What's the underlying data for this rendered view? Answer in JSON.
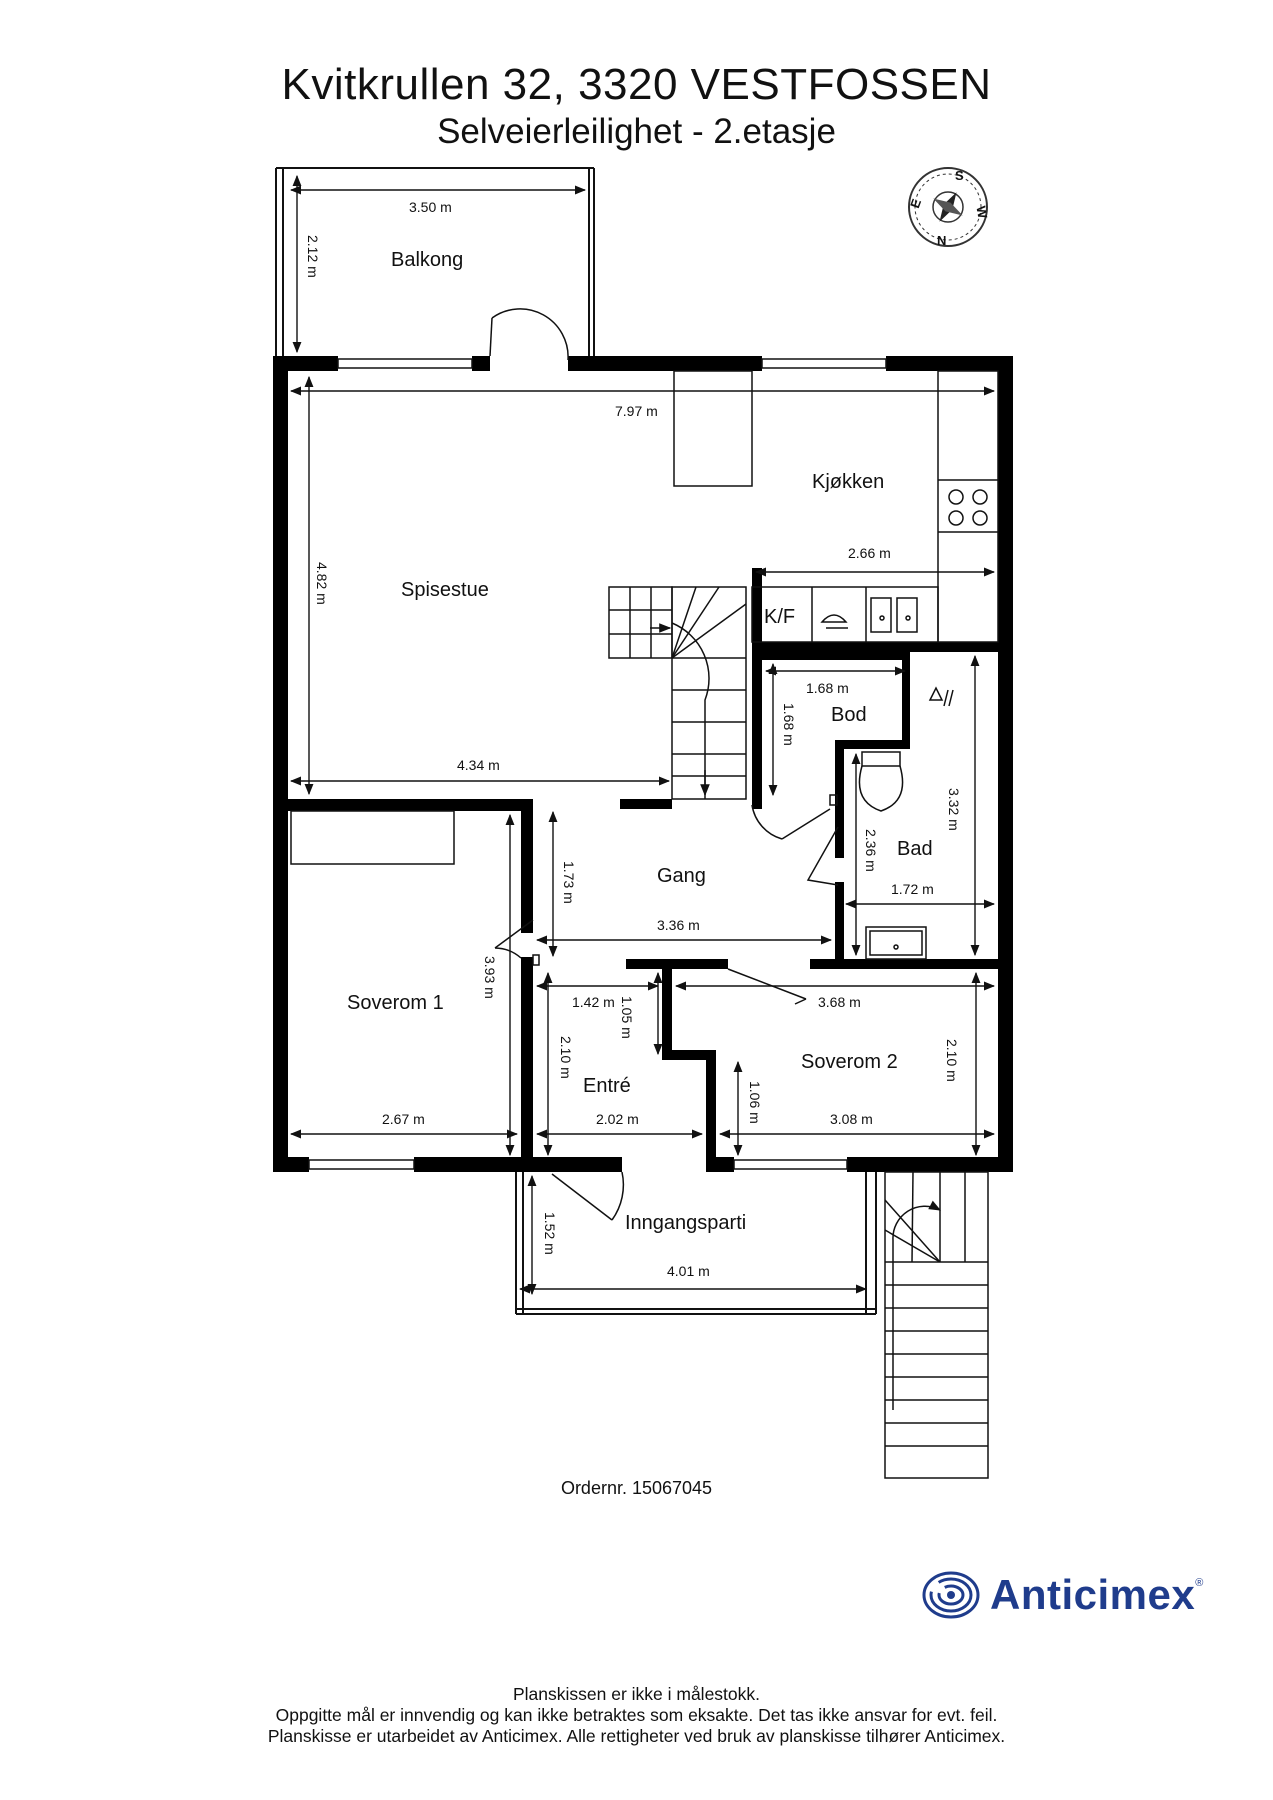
{
  "header": {
    "address": "Kvitkrullen 32, 3320 VESTFOSSEN",
    "subtitle": "Selveierleilighet  - 2.etasje"
  },
  "compass": {
    "letters": [
      "S",
      "W",
      "N",
      "E"
    ]
  },
  "rooms": {
    "balkong": "Balkong",
    "kjokken": "Kjøkken",
    "spisestue": "Spisestue",
    "kf": "K/F",
    "bod": "Bod",
    "bad": "Bad",
    "gang": "Gang",
    "soverom1": "Soverom 1",
    "entre": "Entré",
    "soverom2": "Soverom 2",
    "inngangsparti": "Inngangsparti"
  },
  "dimensions": {
    "balkong_width": "3.50 m",
    "balkong_depth": "2.12 m",
    "total_width": "7.97 m",
    "kjokken_width": "2.66 m",
    "spisestue_depth": "4.82 m",
    "spisestue_width": "4.34 m",
    "bod_width": "1.68 m",
    "bod_depth": "1.68 m",
    "bad_width": "1.72 m",
    "bad_depth_inner": "2.36 m",
    "bad_depth": "3.32 m",
    "gang_depth": "1.73 m",
    "gang_width": "3.36 m",
    "soverom1_depth": "3.93 m",
    "soverom1_width": "2.67 m",
    "entre_top_width": "1.42 m",
    "entre_niche": "1.05 m",
    "entre_depth": "2.10 m",
    "entre_width": "2.02 m",
    "soverom2_width_top": "3.68 m",
    "soverom2_depth": "2.10 m",
    "soverom2_niche": "1.06 m",
    "soverom2_width": "3.08 m",
    "inngang_depth": "1.52 m",
    "inngang_width": "4.01 m"
  },
  "order": "Ordernr. 15067045",
  "logo": {
    "name": "Anticimex",
    "color": "#1f3c8c"
  },
  "footer": {
    "line1": "Planskissen er ikke i målestokk.",
    "line2": "Oppgitte mål er innvendig og kan ikke betraktes som eksakte. Det tas ikke ansvar for evt. feil.",
    "line3": "Planskisse er utarbeidet av Anticimex. Alle rettigheter ved bruk av planskisse tilhører Anticimex."
  }
}
